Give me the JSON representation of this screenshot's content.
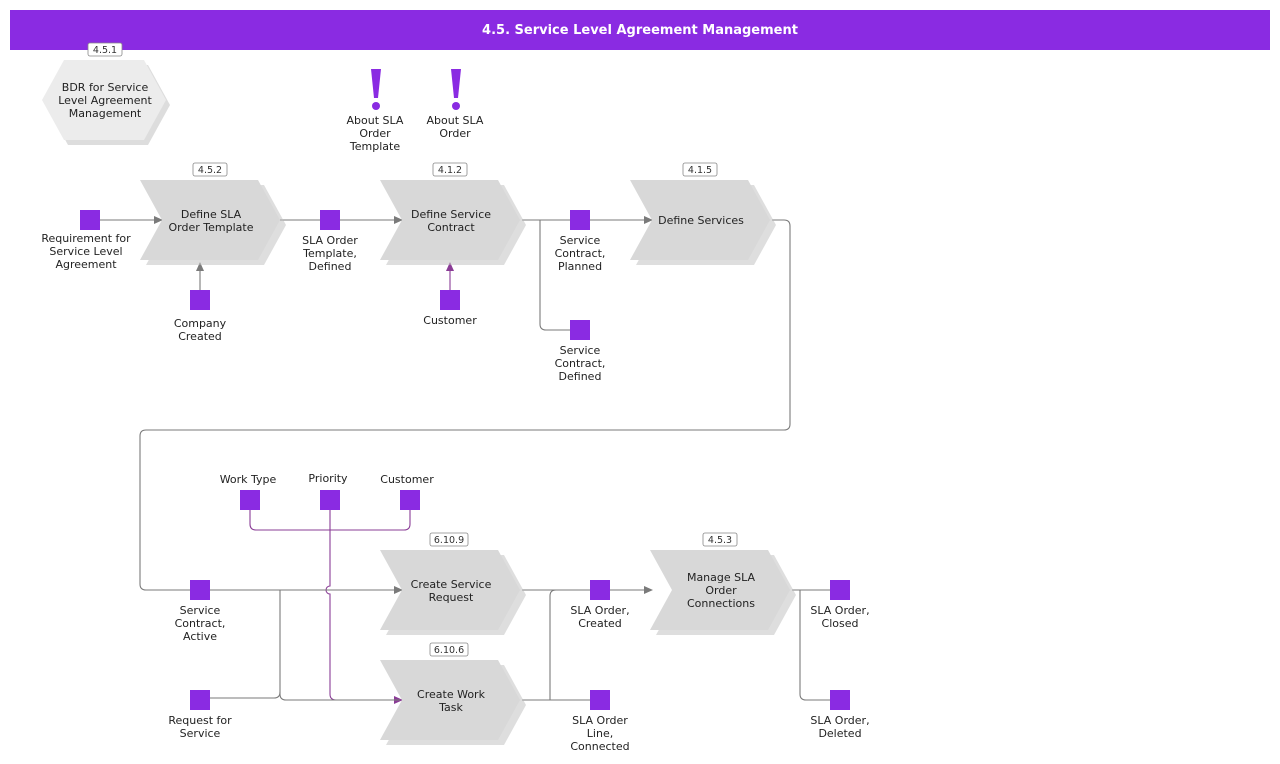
{
  "header": {
    "title": "4.5. Service Level Agreement Management",
    "color": "#8a2be2"
  },
  "colors": {
    "event": "#8a2be2",
    "process": "#d8d8d8",
    "connector_gray": "#7a7a7a",
    "connector_purple": "#8a3c96"
  },
  "bdr": {
    "ref": "4.5.1",
    "lines": [
      "BDR for Service",
      "Level Agreement",
      "Management"
    ]
  },
  "notes": [
    {
      "icon": "exclamation-icon",
      "lines": [
        "About SLA",
        "Order",
        "Template"
      ]
    },
    {
      "icon": "exclamation-icon",
      "lines": [
        "About SLA",
        "Order"
      ]
    }
  ],
  "processes": [
    {
      "id": "define-sla-order-template",
      "ref": "4.5.2",
      "lines": [
        "Define SLA",
        "Order Template"
      ]
    },
    {
      "id": "define-service-contract",
      "ref": "4.1.2",
      "lines": [
        "Define Service",
        "Contract"
      ]
    },
    {
      "id": "define-services",
      "ref": "4.1.5",
      "lines": [
        "Define Services"
      ]
    },
    {
      "id": "create-service-request",
      "ref": "6.10.9",
      "lines": [
        "Create Service",
        "Request"
      ]
    },
    {
      "id": "create-work-task",
      "ref": "6.10.6",
      "lines": [
        "Create Work",
        "Task"
      ]
    },
    {
      "id": "manage-sla-order-connections",
      "ref": "4.5.3",
      "lines": [
        "Manage SLA",
        "Order",
        "Connections"
      ]
    }
  ],
  "events": [
    {
      "id": "requirement-for-sla",
      "lines": [
        "Requirement for",
        "Service Level",
        "Agreement"
      ]
    },
    {
      "id": "company-created",
      "lines": [
        "Company",
        "Created"
      ]
    },
    {
      "id": "sla-order-template-defined",
      "lines": [
        "SLA Order",
        "Template,",
        "Defined"
      ]
    },
    {
      "id": "customer-1",
      "lines": [
        "Customer"
      ]
    },
    {
      "id": "service-contract-planned",
      "lines": [
        "Service",
        "Contract,",
        "Planned"
      ]
    },
    {
      "id": "service-contract-defined",
      "lines": [
        "Service",
        "Contract,",
        "Defined"
      ]
    },
    {
      "id": "work-type",
      "lines": [
        "Work Type"
      ]
    },
    {
      "id": "priority",
      "lines": [
        "Priority"
      ]
    },
    {
      "id": "customer-2",
      "lines": [
        "Customer"
      ]
    },
    {
      "id": "service-contract-active",
      "lines": [
        "Service",
        "Contract,",
        "Active"
      ]
    },
    {
      "id": "request-for-service",
      "lines": [
        "Request for",
        "Service"
      ]
    },
    {
      "id": "sla-order-created",
      "lines": [
        "SLA Order,",
        "Created"
      ]
    },
    {
      "id": "sla-order-line-connected",
      "lines": [
        "SLA Order",
        "Line,",
        "Connected"
      ]
    },
    {
      "id": "sla-order-closed",
      "lines": [
        "SLA Order,",
        "Closed"
      ]
    },
    {
      "id": "sla-order-deleted",
      "lines": [
        "SLA Order,",
        "Deleted"
      ]
    }
  ]
}
